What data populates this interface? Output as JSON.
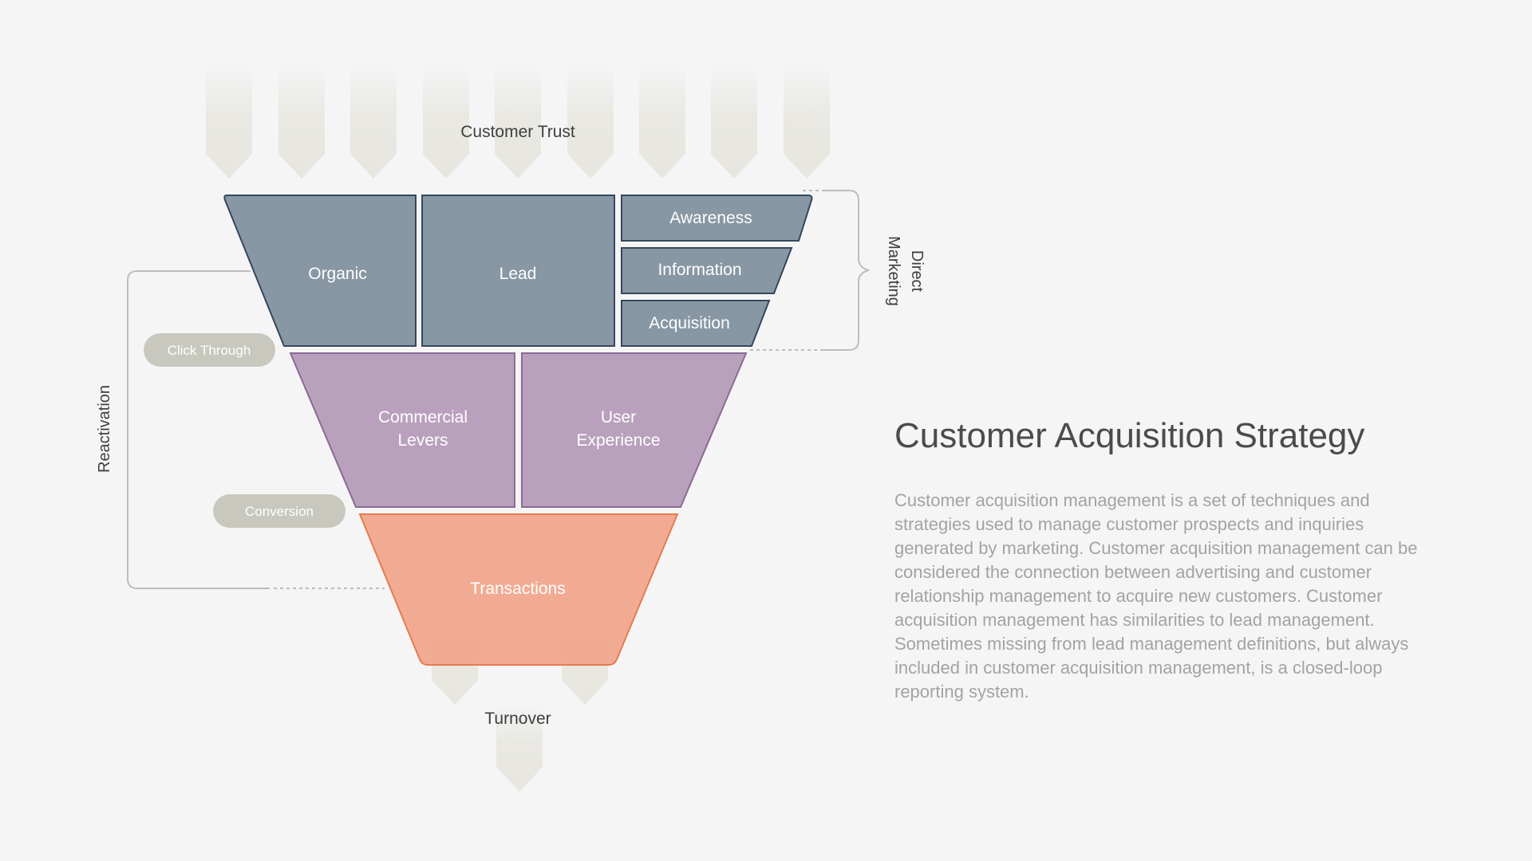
{
  "colors": {
    "background": "#f6f5f6",
    "chevron_fill": "#e7e6df",
    "top_tier_fill": "#8797a4",
    "top_tier_stroke": "#34485e",
    "middle_tier_fill": "#b9a0bd",
    "middle_tier_stroke": "#8a6a95",
    "bottom_tier_fill": "#f1a78d",
    "bottom_tier_stroke": "#e87a4f",
    "pill_fill": "#c8c8bf",
    "bracket_stroke": "#bdbdbd",
    "dark_text": "#3f3f3f",
    "title_text": "#4b4b4b",
    "body_text": "#a3a3a3"
  },
  "diagram": {
    "input_label": "Customer Trust",
    "output_label": "Turnover",
    "top_tier": {
      "organic": "Organic",
      "lead": "Lead",
      "stages": [
        "Awareness",
        "Information",
        "Acquisition"
      ]
    },
    "middle_tier": {
      "commercial_levers": [
        "Commercial",
        "Levers"
      ],
      "user_experience": [
        "User",
        "Experience"
      ]
    },
    "bottom_tier": {
      "transactions": "Transactions"
    },
    "pills": {
      "click_through": "Click Through",
      "conversion": "Conversion"
    },
    "side_labels": {
      "reactivation": "Reactivation",
      "direct_marketing": [
        "Direct",
        "Marketing"
      ]
    }
  },
  "content": {
    "title": "Customer Acquisition Strategy",
    "body": "Customer acquisition management is a set of techniques and strategies used to manage customer prospects and inquiries generated by marketing. Customer acquisition management can be considered the connection between advertising and customer relationship management to acquire new customers. Customer acquisition management has similarities to lead management. Sometimes missing from lead management definitions, but always included in customer acquisition management, is a closed-loop reporting system."
  }
}
